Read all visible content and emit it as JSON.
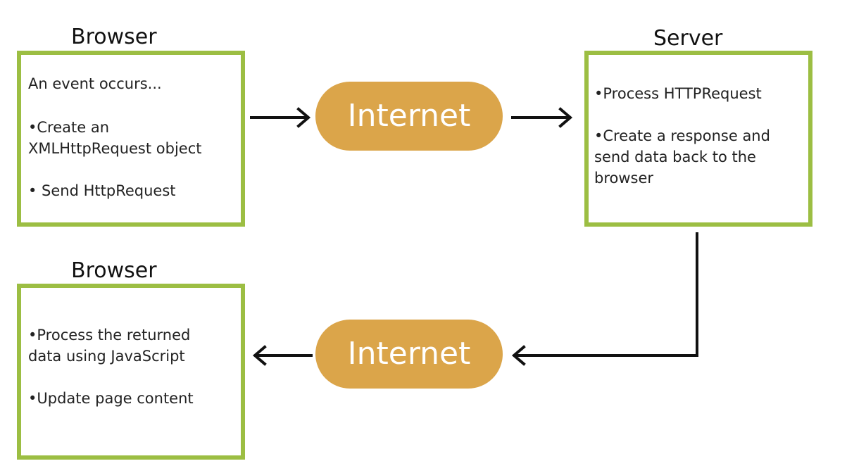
{
  "browser_request": {
    "title": "Browser",
    "lines": [
      "An event occurs...",
      "",
      "•Create an",
      "XMLHttpRequest object",
      "",
      "• Send HttpRequest"
    ]
  },
  "internet_top": {
    "label": "Internet"
  },
  "server": {
    "title": "Server",
    "lines": [
      "•Process HTTPRequest",
      "",
      "•Create a response and",
      "send data back to the",
      "browser"
    ]
  },
  "internet_bottom": {
    "label": "Internet"
  },
  "browser_response": {
    "title": "Browser",
    "lines": [
      "•Process the returned",
      "data using JavaScript",
      "",
      "•Update page content"
    ]
  },
  "colors": {
    "box_border": "#9cbe43",
    "pill_fill": "#dba54a",
    "pill_text": "#ffffff",
    "arrow": "#111111"
  }
}
